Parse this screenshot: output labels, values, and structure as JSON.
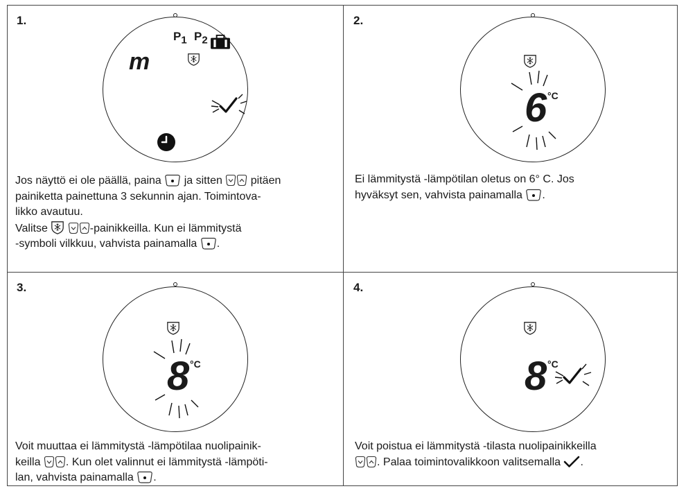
{
  "steps": [
    {
      "number": "1.",
      "display": {
        "letters": "m",
        "p1": "P",
        "p1_sub": "1",
        "p2": "P",
        "p2_sub": "2",
        "icons": [
          "suitcase-icon",
          "frost-shield-icon",
          "checkmark-icon",
          "clock-icon"
        ]
      },
      "text": {
        "a1": "Jos näyttö ei ole päällä, paina",
        "a2": "ja sitten",
        "a3": "pitäen",
        "a4": "painiketta painettuna 3 sekunnin ajan. Toimintova-",
        "a5": "likko avautuu.",
        "b1": "Valitse",
        "b2": "-painikkeilla. Kun ei lämmitystä",
        "b3": "-symboli vilkkuu, vahvista painamalla",
        "b4": "."
      }
    },
    {
      "number": "2.",
      "display": {
        "digit": "6",
        "unit": "°C",
        "icons": [
          "frost-shield-icon"
        ]
      },
      "text": {
        "a1": "Ei lämmitystä -lämpötilan oletus on 6° C. Jos",
        "a2": "hyväksyt sen, vahvista painamalla",
        "a3": "."
      }
    },
    {
      "number": "3.",
      "display": {
        "digit": "8",
        "unit": "°C",
        "icons": [
          "frost-shield-icon"
        ]
      },
      "text": {
        "a1": "Voit muuttaa ei lämmitystä -lämpötilaa nuolipainik-",
        "a2": "keilla",
        "a3": ".  Kun olet valinnut ei lämmitystä -lämpöti-",
        "a4": "lan, vahvista painamalla",
        "a5": "."
      }
    },
    {
      "number": "4.",
      "display": {
        "digit": "8",
        "unit": "°C",
        "icons": [
          "frost-shield-icon",
          "checkmark-icon"
        ]
      },
      "text": {
        "a1": "Voit poistua ei lämmitystä -tilasta nuolipainikkeilla",
        "a2": ". Palaa toimintovalikkoon valitsemalla",
        "a3": "."
      }
    }
  ]
}
